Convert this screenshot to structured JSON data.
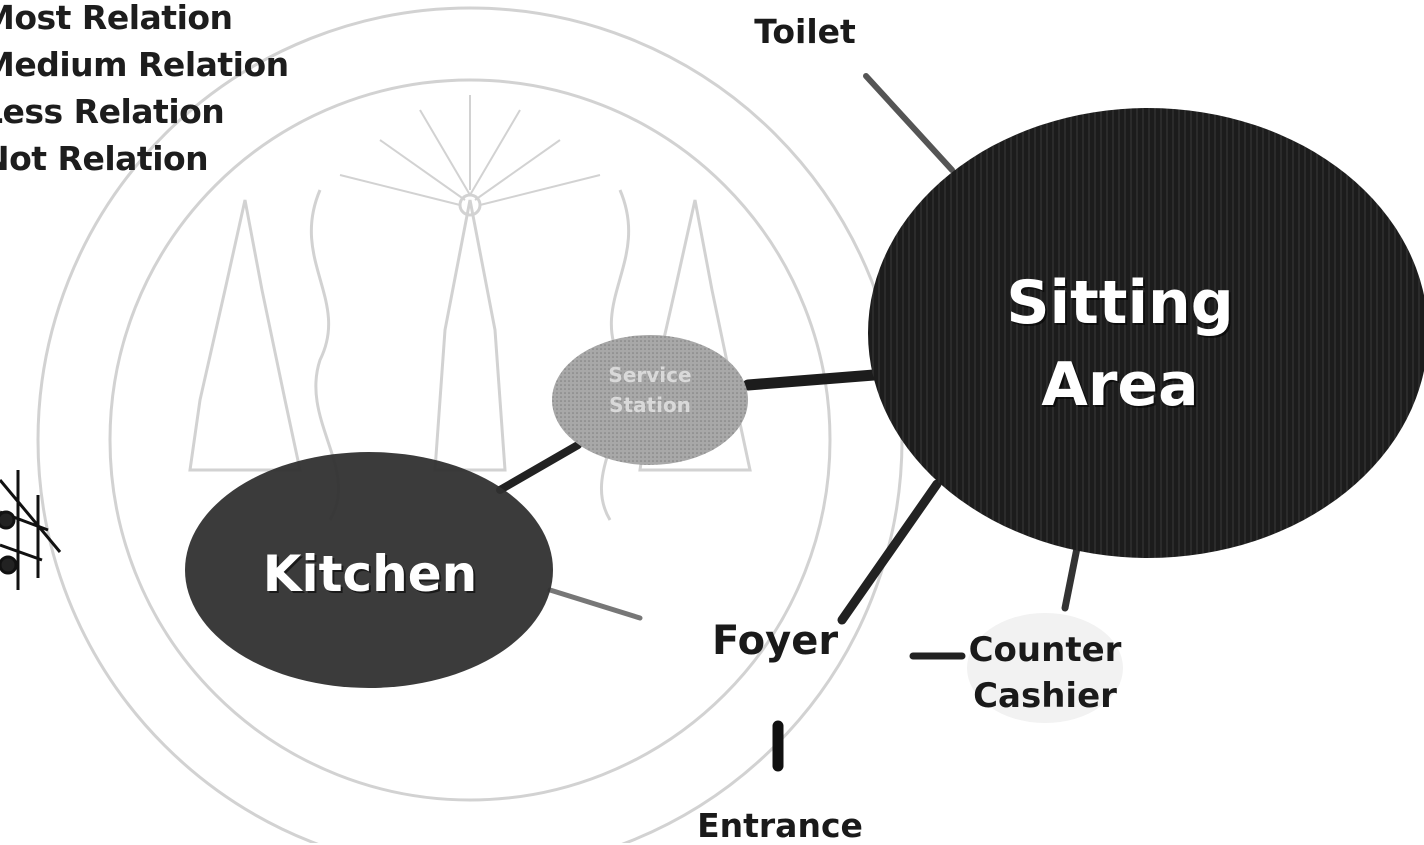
{
  "legend": [
    {
      "label": "Most Relation"
    },
    {
      "label": "Medium Relation"
    },
    {
      "label": "Less Relation"
    },
    {
      "label": "Not Relation"
    }
  ],
  "nodes": {
    "sitting_area": {
      "lines": [
        "Sitting",
        "Area"
      ],
      "color": "#1a1a1a"
    },
    "kitchen": {
      "label": "Kitchen",
      "color": "#2e2e2e"
    },
    "service_station": {
      "lines": [
        "Service",
        "Station"
      ],
      "color": "#a6a6a6"
    },
    "toilet": {
      "label": "Toilet"
    },
    "foyer": {
      "label": "Foyer"
    },
    "entrance": {
      "label": "Entrance"
    },
    "counter_cashier": {
      "lines": [
        "Counter",
        "Cashier"
      ]
    }
  },
  "connections": [
    {
      "from": "Toilet",
      "to": "Sitting Area"
    },
    {
      "from": "Service Station",
      "to": "Sitting Area"
    },
    {
      "from": "Kitchen",
      "to": "Service Station"
    },
    {
      "from": "Kitchen",
      "to": "Foyer"
    },
    {
      "from": "Sitting Area",
      "to": "Foyer"
    },
    {
      "from": "Sitting Area",
      "to": "Counter Cashier"
    },
    {
      "from": "Foyer",
      "to": "Counter Cashier"
    },
    {
      "from": "Foyer",
      "to": "Entrance"
    }
  ],
  "watermark": {
    "color": "#cfcfcf"
  }
}
